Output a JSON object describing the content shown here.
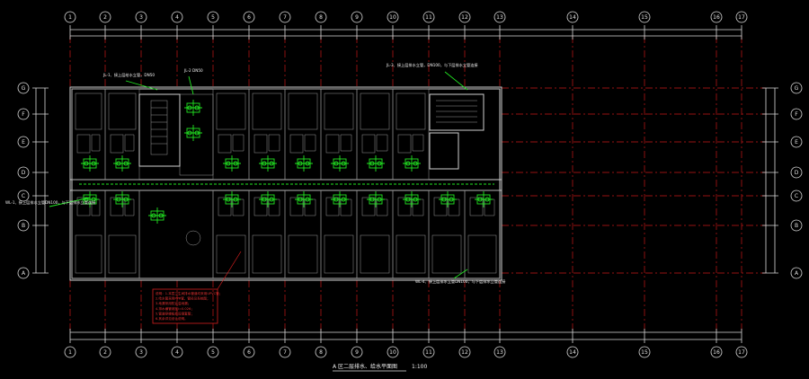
{
  "drawing": {
    "title": "A 区二层排水、给水平面图",
    "scale": "1:100"
  },
  "axes": {
    "columns": [
      "1",
      "2",
      "3",
      "4",
      "5",
      "6",
      "7",
      "8",
      "9",
      "10",
      "11",
      "12",
      "13",
      "14",
      "15",
      "16",
      "17"
    ],
    "rows_left": [
      "G",
      "F",
      "E",
      "D",
      "C",
      "B",
      "A"
    ],
    "rows_right": [
      "G",
      "F",
      "E",
      "D",
      "C",
      "B",
      "A"
    ]
  },
  "notes": {
    "callout_top_left": "JL-1、接上层给水立管，DN50",
    "callout_top_mid": "JL-2 DN50",
    "callout_top_right": "JL-3、接上层排水立管，DN100，与下层排水立管连接",
    "callout_left": "WL-1、接上层排水立管DN100，与下层排水立管连接",
    "callout_bottom_right": "WL-4、接上层排水立管DN100，与下层排水立管连接",
    "red_box_lines": [
      "说明：1.本层卫生间排水管道均采用UPVC管；",
      "2.给水管采用PPR管，管径见系统图；",
      "3.地漏采用防返溢地漏；",
      "4.排水横管坡度i=0.026；",
      "5.管道穿楼板处设钢套管；",
      "6.其余详见设计说明。"
    ]
  },
  "colors": {
    "background": "#000000",
    "walls": "#cfcfcf",
    "plumbing": "#22e622",
    "axis_lines": "#c81818",
    "annotation": "#d21e1e"
  }
}
